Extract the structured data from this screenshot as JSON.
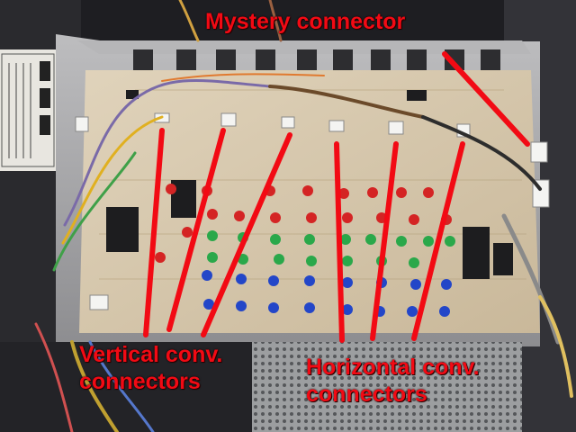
{
  "annotations": {
    "mystery": "Mystery connector",
    "vertical": [
      "Vertical conv.",
      "connectors"
    ],
    "horizontal": [
      "Horizontal conv.",
      "connectors"
    ]
  },
  "colors": {
    "annotation_red": "#f20a14",
    "board": "#d8c9ae",
    "chassis": "#9a9a9c",
    "background": "#1b1b1d"
  }
}
